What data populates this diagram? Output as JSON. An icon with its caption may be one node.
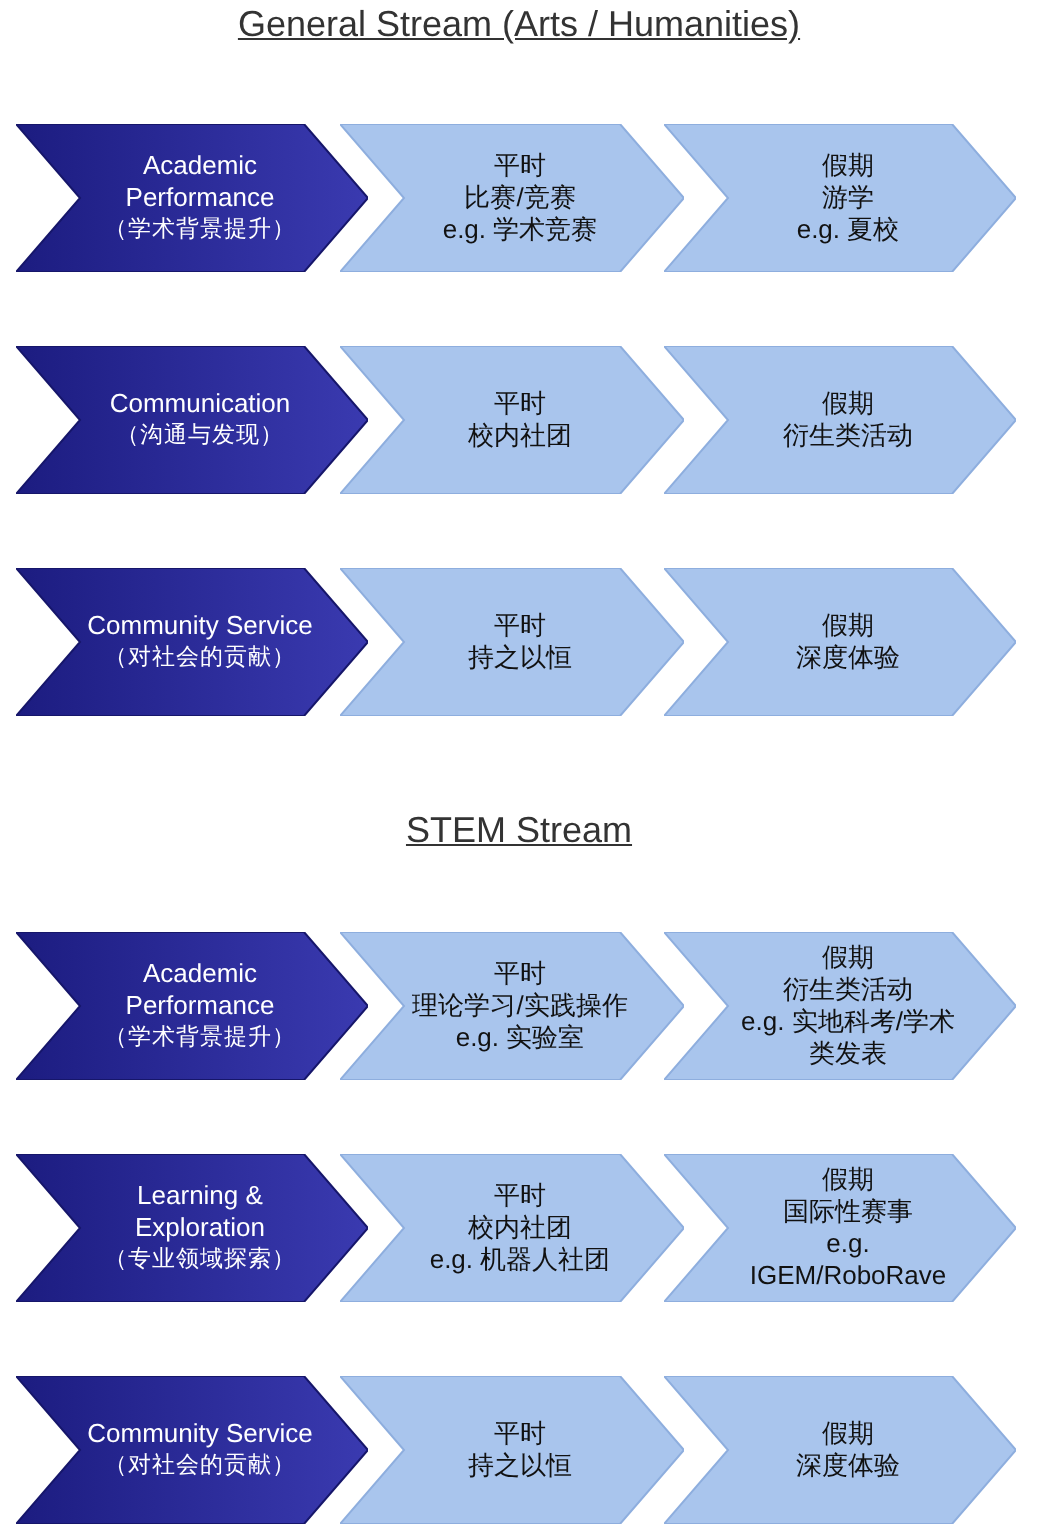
{
  "diagram": {
    "nodes": [
      {
        "text": [
          "Academic Performance",
          "（学术背景提升）"
        ]
      },
      {
        "text": [
          "平时",
          "比赛/竞赛",
          "e.g. 学术竞赛"
        ]
      },
      {
        "text": [
          "假期",
          "游学",
          "e.g. 夏校"
        ]
      },
      {
        "text": [
          "Communication",
          "（沟通与发现）"
        ]
      },
      {
        "text": [
          "平时",
          "校内社团"
        ]
      },
      {
        "text": [
          "假期",
          "衍生类活动"
        ]
      },
      {
        "text": [
          "Community Service",
          "（对社会的贡献）"
        ]
      },
      {
        "text": [
          "平时",
          "持之以恒"
        ]
      },
      {
        "text": [
          "假期",
          "深度体验"
        ]
      },
      {
        "text": [
          "Academic Performance",
          "（学术背景提升）"
        ]
      },
      {
        "text": [
          "平时",
          "理论学习/实践操作",
          "e.g. 实验室"
        ]
      },
      {
        "text": [
          "假期",
          "衍生类活动",
          "e.g. 实地科考/学术类发表"
        ]
      },
      {
        "text": [
          "Learning & Exploration",
          "（专业领域探索）"
        ]
      },
      {
        "text": [
          "平时",
          "校内社团",
          "e.g. 机器人社团"
        ]
      },
      {
        "text": [
          "假期",
          "国际性赛事",
          "e.g. IGEM/RoboRave"
        ]
      },
      {
        "text": [
          "Community Service",
          "（对社会的贡献）"
        ]
      },
      {
        "text": [
          "平时",
          "持之以恒"
        ]
      },
      {
        "text": [
          "假期",
          "深度体验"
        ]
      }
    ],
    "labels": [
      "General Stream (Arts / Humanities)",
      "STEM Stream"
    ]
  }
}
